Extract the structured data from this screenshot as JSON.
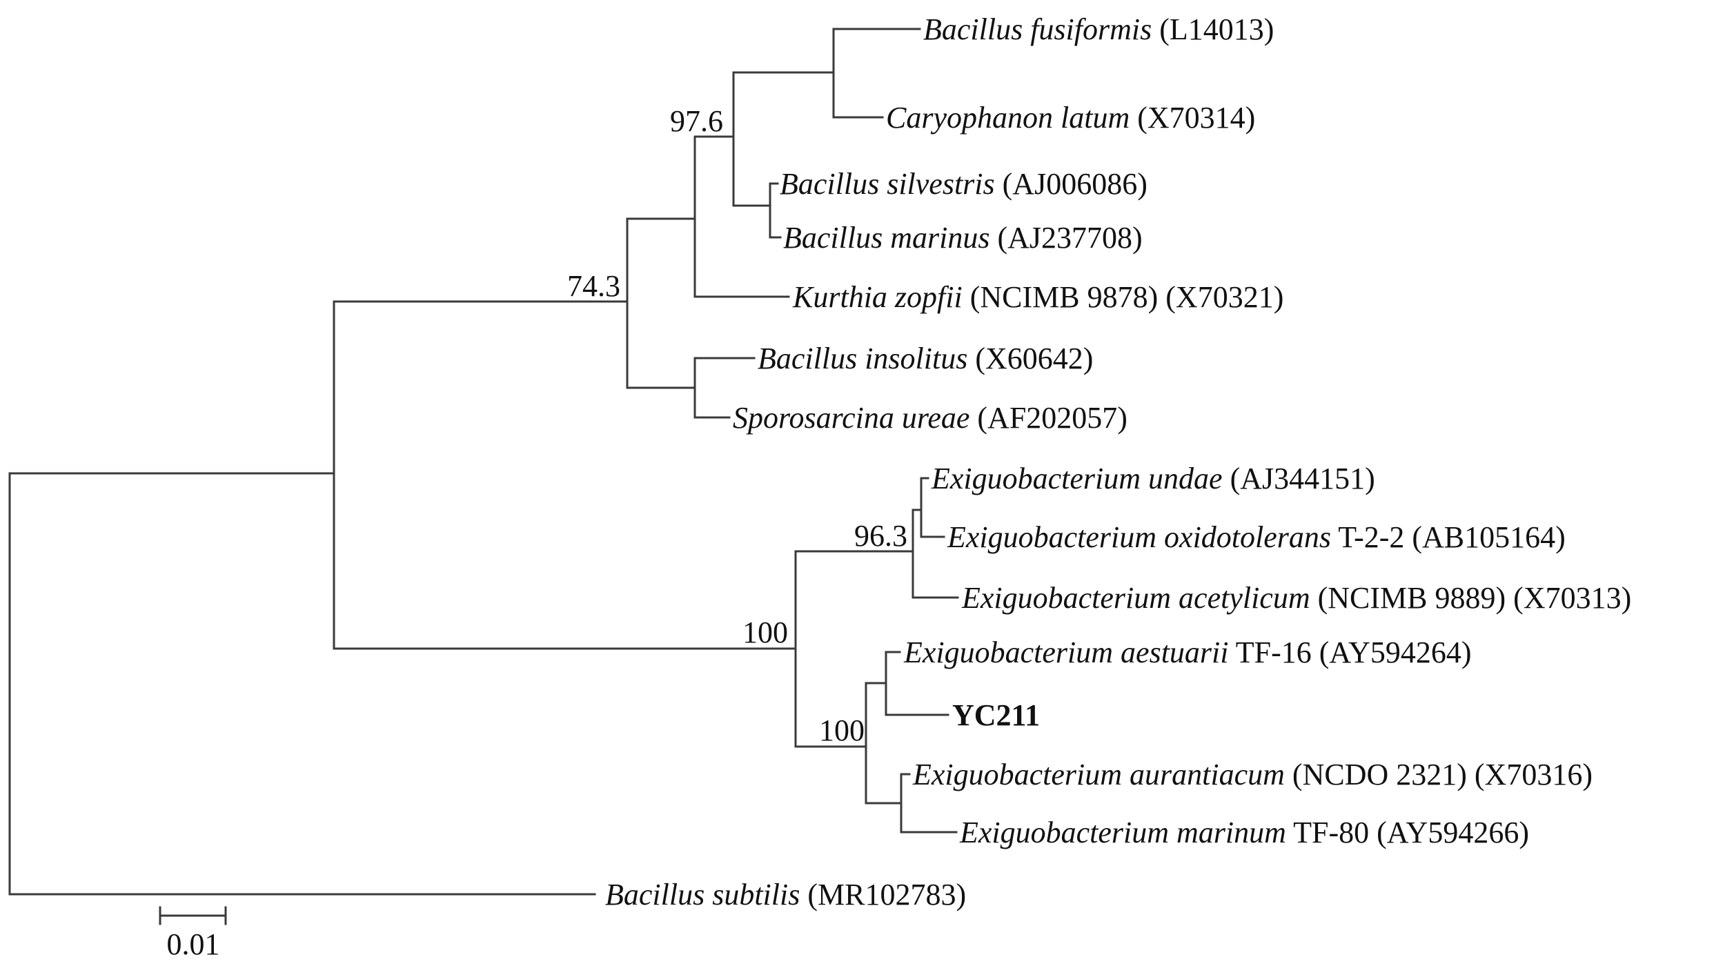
{
  "taxa": [
    {
      "species": "Bacillus fusiformis",
      "accession": "(L14013)"
    },
    {
      "species": "Caryophanon latum",
      "accession": "(X70314)"
    },
    {
      "species": "Bacillus silvestris",
      "accession": "(AJ006086)"
    },
    {
      "species": "Bacillus marinus",
      "accession": "(AJ237708)"
    },
    {
      "species": "Kurthia zopfii",
      "accession": "(NCIMB 9878) (X70321)"
    },
    {
      "species": "Bacillus insolitus",
      "accession": "(X60642)"
    },
    {
      "species": "Sporosarcina ureae",
      "accession": "(AF202057)"
    },
    {
      "species": "Exiguobacterium undae",
      "accession": "(AJ344151)"
    },
    {
      "species": "Exiguobacterium oxidotolerans",
      "accession": "T-2-2 (AB105164)"
    },
    {
      "species": "Exiguobacterium acetylicum",
      "accession": "(NCIMB 9889) (X70313)"
    },
    {
      "species": "Exiguobacterium aestuarii",
      "accession": "TF-16 (AY594264)"
    },
    {
      "species": "YC211",
      "accession": ""
    },
    {
      "species": "Exiguobacterium aurantiacum",
      "accession": "(NCDO 2321) (X70316)"
    },
    {
      "species": "Exiguobacterium marinum",
      "accession": "TF-80 (AY594266)"
    },
    {
      "species": "Bacillus subtilis",
      "accession": "(MR102783)"
    }
  ],
  "bootstrap": [
    "97.6",
    "74.3",
    "96.3",
    "100",
    "100"
  ],
  "scale_bar": {
    "label": "0.01",
    "length_units": 0.01
  },
  "colors": {
    "branch": "#3a3a3a",
    "text": "#111111"
  }
}
